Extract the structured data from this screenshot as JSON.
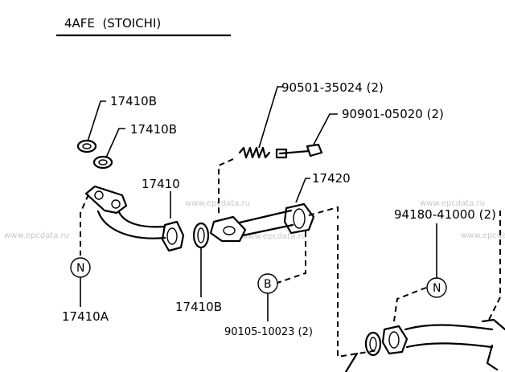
{
  "title": "4AFE  (STOICHI)",
  "labels": {
    "p17410B_top": "17410B",
    "p17410B_mid": "17410B",
    "p17410": "17410",
    "p17410A": "17410A",
    "p17410B_bot": "17410B",
    "p90501": "90501-35024 (2)",
    "p90901": "90901-05020 (2)",
    "p17420": "17420",
    "p90105": "90105-10023 (2)",
    "p94180": "94180-41000 (2)"
  },
  "markers": {
    "n1": "N",
    "n2": "N",
    "b": "B"
  },
  "watermarks": [
    "www.epcdata.ru",
    "www.epcdata.ru",
    "www.epcdata.ru",
    "www.epcdata.ru",
    "www.epcdata.ru"
  ]
}
